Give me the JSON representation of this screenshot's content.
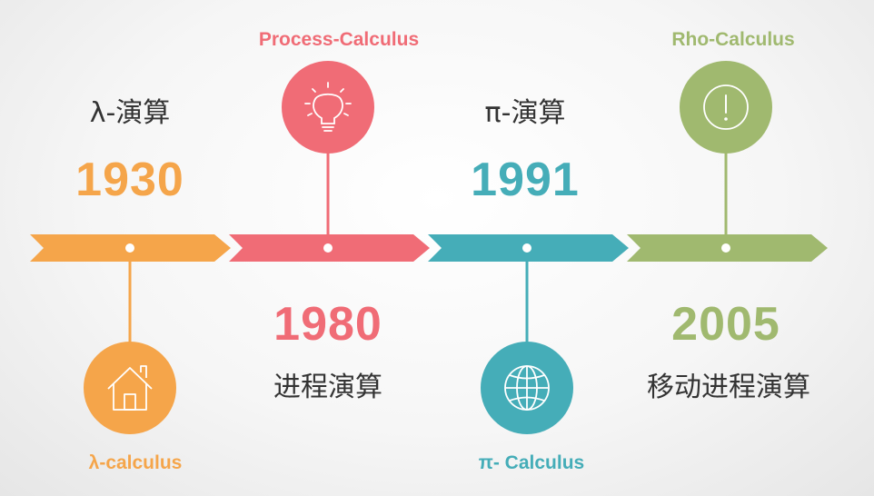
{
  "colors": {
    "orange": "#f5a54a",
    "red": "#f06c76",
    "teal": "#45adb8",
    "green": "#a0b96f",
    "text_dark": "#333333"
  },
  "milestones": [
    {
      "year": "1930",
      "chinese": "λ-演算",
      "english": "λ-calculus",
      "icon": "house-icon",
      "color": "#f5a54a"
    },
    {
      "year": "1980",
      "chinese": "进程演算",
      "english": "Process-Calculus",
      "icon": "lightbulb-icon",
      "color": "#f06c76"
    },
    {
      "year": "1991",
      "chinese": "π-演算",
      "english": "π- Calculus",
      "icon": "globe-icon",
      "color": "#45adb8"
    },
    {
      "year": "2005",
      "chinese": "移动进程演算",
      "english": "Rho-Calculus",
      "icon": "exclamation-icon",
      "color": "#a0b96f"
    }
  ]
}
